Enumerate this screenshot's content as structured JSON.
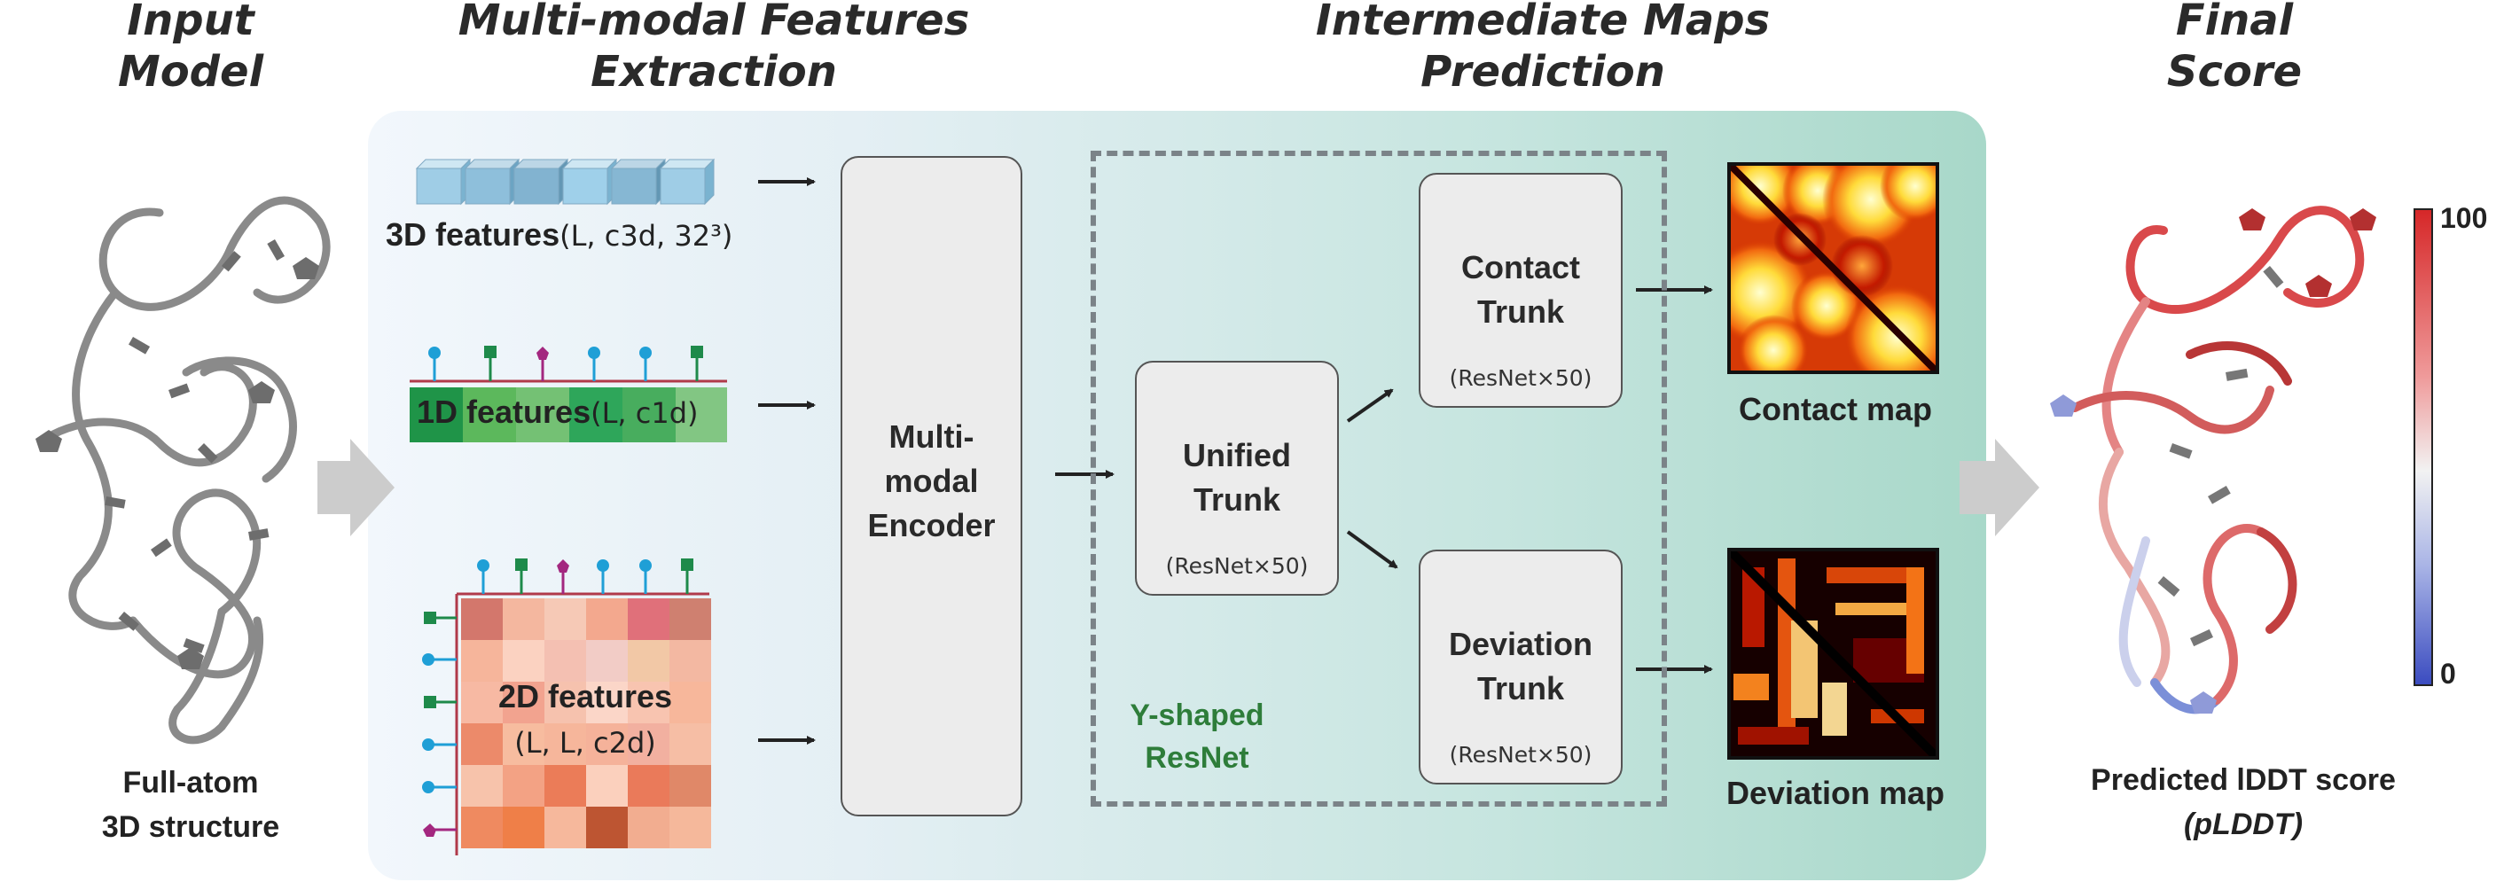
{
  "stages": {
    "input": [
      "Input",
      "Model"
    ],
    "features": [
      "Multi-modal Features",
      "Extraction"
    ],
    "maps": [
      "Intermediate Maps",
      "Prediction"
    ],
    "final": [
      "Final",
      "Score"
    ]
  },
  "input_caption": [
    "Full-atom",
    "3D structure"
  ],
  "features": {
    "f3d": {
      "name": "3D features",
      "args": "(L, c3d, 32³)"
    },
    "f1d": {
      "name": "1D features",
      "args": "(L, c1d)"
    },
    "f2d": {
      "name": "2D features",
      "args": "(L, L, c2d)"
    }
  },
  "encoder": [
    "Multi-",
    "modal",
    "Encoder"
  ],
  "unified": {
    "title": [
      "Unified",
      "Trunk"
    ],
    "sub": "(ResNet×50)"
  },
  "contact_trunk": {
    "title": [
      "Contact",
      "Trunk"
    ],
    "sub": "(ResNet×50)"
  },
  "deviation_trunk": {
    "title": [
      "Deviation",
      "Trunk"
    ],
    "sub": "(ResNet×50)"
  },
  "yshaped": [
    "Y-shaped",
    "ResNet"
  ],
  "contact_map_label": "Contact map",
  "deviation_map_label": "Deviation map",
  "output_caption": [
    "Predicted lDDT score",
    "(pLDDT)"
  ],
  "colorbar": {
    "max": "100",
    "min": "0",
    "top_color": "#d62728",
    "mid_color": "#f2f2f2",
    "bottom_color": "#3b4cc0"
  }
}
